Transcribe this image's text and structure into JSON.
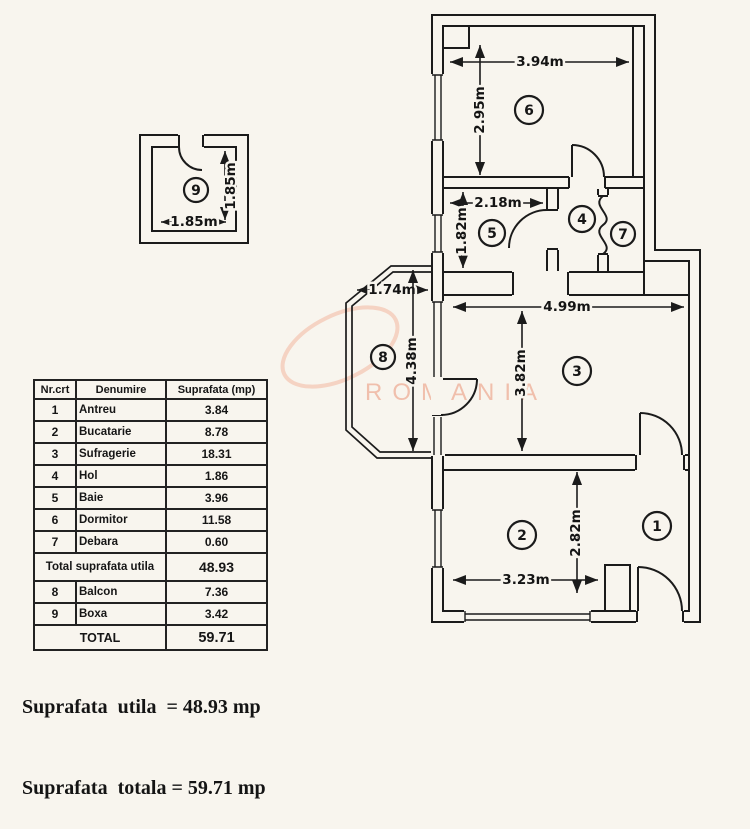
{
  "watermark": {
    "text": "ROMANIA"
  },
  "small_plan": {
    "room_number": "9",
    "width_label": "1.85m",
    "height_label": "1.85m"
  },
  "main_plan": {
    "room_numbers": {
      "r1": "1",
      "r2": "2",
      "r3": "3",
      "r4": "4",
      "r5": "5",
      "r6": "6",
      "r7": "7",
      "r8": "8"
    },
    "dimensions": {
      "dormitor_width": "3.94m",
      "dormitor_height": "2.95m",
      "baie_width": "2.18m",
      "baie_height": "1.82m",
      "balcon_width": "1.74m",
      "balcon_height": "4.38m",
      "sufragerie_width": "4.99m",
      "sufragerie_height": "3.82m",
      "bucatarie_width": "3.23m",
      "bucatarie_height": "2.82m"
    }
  },
  "table": {
    "headers": {
      "col1": "Nr.crt",
      "col2": "Denumire",
      "col3": "Suprafata (mp)"
    },
    "rows": [
      {
        "nr": "1",
        "name": "Antreu",
        "area": "3.84"
      },
      {
        "nr": "2",
        "name": "Bucatarie",
        "area": "8.78"
      },
      {
        "nr": "3",
        "name": "Sufragerie",
        "area": "18.31"
      },
      {
        "nr": "4",
        "name": "Hol",
        "area": "1.86"
      },
      {
        "nr": "5",
        "name": "Baie",
        "area": "3.96"
      },
      {
        "nr": "6",
        "name": "Dormitor",
        "area": "11.58"
      },
      {
        "nr": "7",
        "name": "Debara",
        "area": "0.60"
      }
    ],
    "subtotal": {
      "label": "Total suprafata utila",
      "value": "48.93"
    },
    "annex_rows": [
      {
        "nr": "8",
        "name": "Balcon",
        "area": "7.36"
      },
      {
        "nr": "9",
        "name": "Boxa",
        "area": "3.42"
      }
    ],
    "total": {
      "label": "TOTAL",
      "value": "59.71"
    }
  },
  "summary": {
    "line1": "Suprafata  utila  = 48.93 mp",
    "line2": "Suprafata  totala = 59.71 mp"
  }
}
